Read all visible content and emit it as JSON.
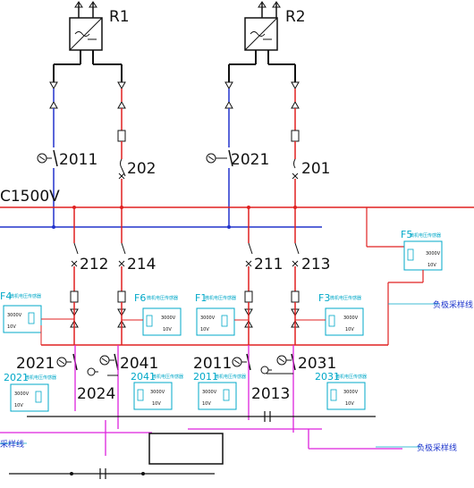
{
  "rectifiers": {
    "r1": "R1",
    "r2": "R2"
  },
  "bus_label": "C1500V",
  "switches": {
    "s2011": "2011",
    "s202": "202",
    "s2021": "2021",
    "s201": "201",
    "s212": "212",
    "s214": "214",
    "s211": "211",
    "s213": "213"
  },
  "lower_switches": {
    "l2021": "2021",
    "l2041": "2041",
    "l2011": "2011",
    "l2031": "2031",
    "l2024": "2024",
    "l2013": "2013"
  },
  "sensors": {
    "f4": "F4",
    "f4_text": "微机电压传感器",
    "f6": "F6",
    "f6_text": "微机电压传感器",
    "f1": "F1",
    "f1_text": "微机电压传感器",
    "f3": "F3",
    "f3_text": "微机电压传感器",
    "f5": "F5",
    "f5_text": "微机电压传感器"
  },
  "lower_sensors": {
    "a": "2021",
    "a_text": "微机电压传感器",
    "b": "2041",
    "b_text": "微机电压传感器",
    "c": "2011",
    "c_text": "微机电压传感器",
    "d": "2031",
    "d_text": "微机电压传感器"
  },
  "box_values": {
    "top": "3000V",
    "bottom": "10V"
  },
  "notes": {
    "neg_sample_right": "负极采样线",
    "sample_left": "采样线",
    "neg_sample_bottom": "负极采样线"
  }
}
